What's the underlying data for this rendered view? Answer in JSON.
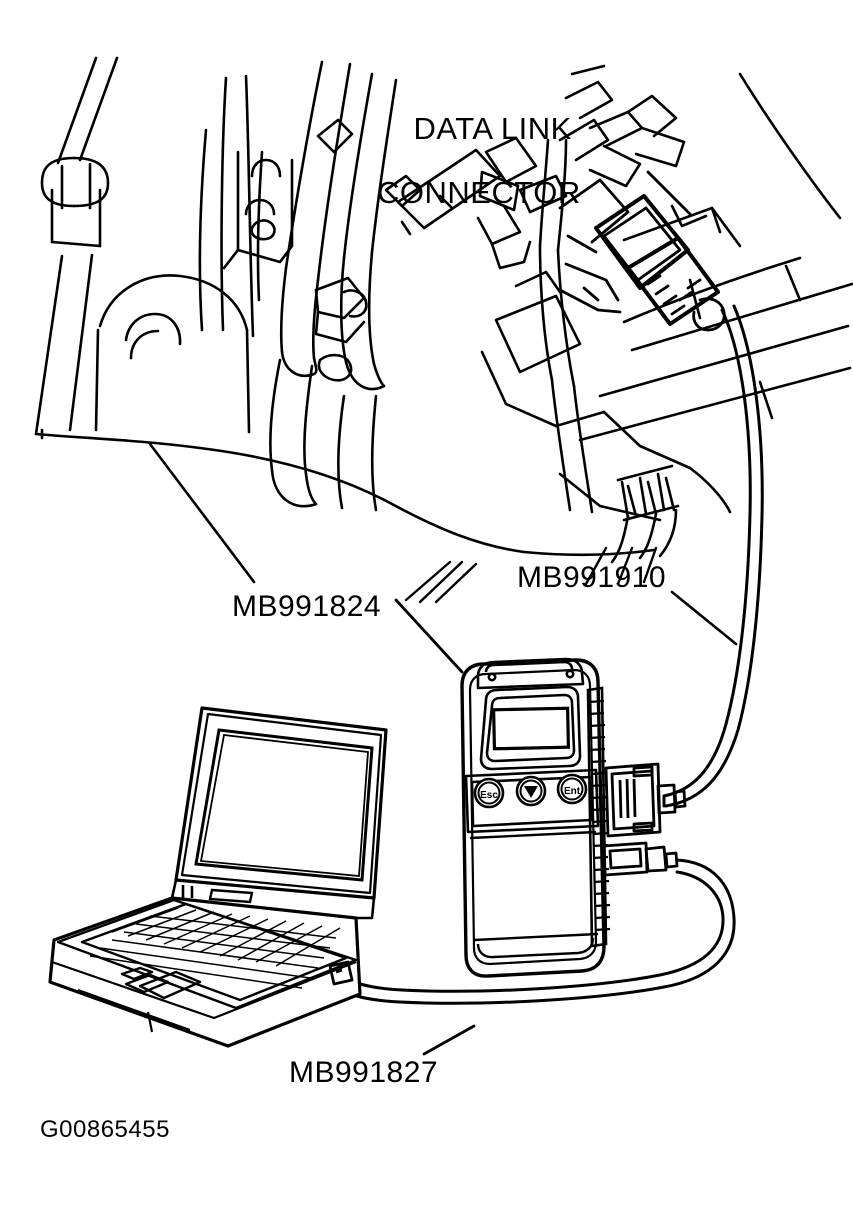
{
  "figure": {
    "title": "Data Link Connector and Scan Tool Connection",
    "figure_id": "G00865455",
    "background_color": "#ffffff",
    "line_color": "#000000"
  },
  "labels": {
    "data_link_connector_line1": "DATA LINK",
    "data_link_connector_line2": "CONNECTOR",
    "scan_tool": "MB991824",
    "dlc_cable": "MB991910",
    "usb_cable": "MB991827"
  },
  "scan_tool": {
    "buttons": [
      {
        "name": "esc-button",
        "label": "Esc"
      },
      {
        "name": "down-button",
        "label": "▼"
      },
      {
        "name": "ent-button",
        "label": "Ent"
      }
    ],
    "display": {
      "name": "lcd-display",
      "content": ""
    }
  },
  "laptop": {
    "screen_content": ""
  }
}
